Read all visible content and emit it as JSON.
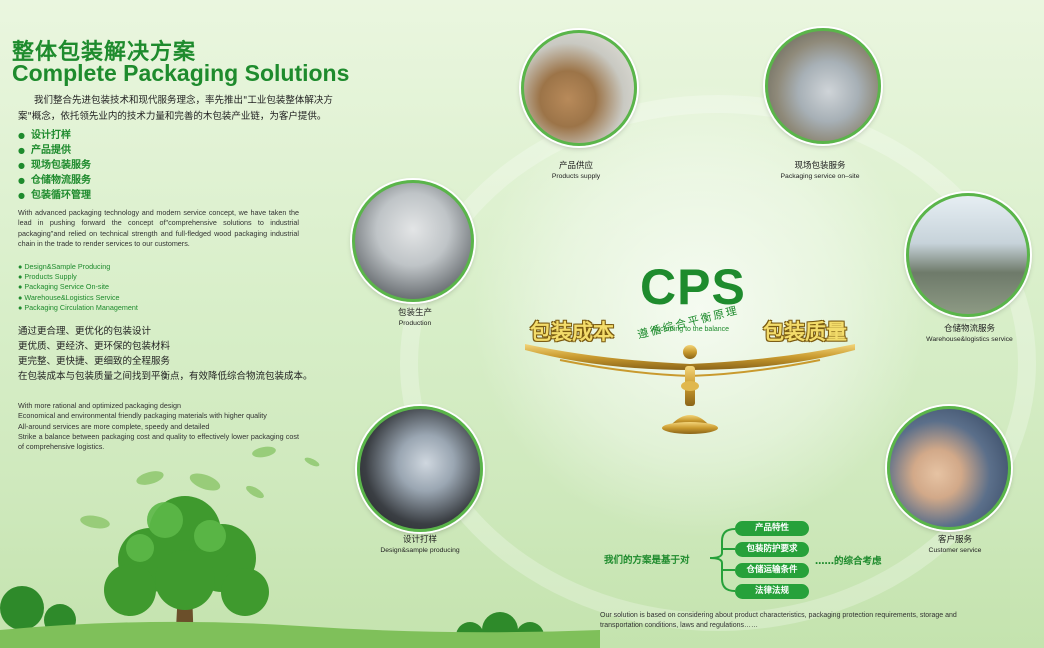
{
  "title": {
    "cn": "整体包装解决方案",
    "en": "Complete Packaging Solutions"
  },
  "intro_cn": "我们整合先进包装技术和现代服务理念，率先推出\"工业包装整体解决方案\"概念，依托领先业内的技术力量和完善的木包装产业链，为客户提供。",
  "services_cn": [
    "设计打样",
    "产品提供",
    "现场包装服务",
    "仓储物流服务",
    "包装循环管理"
  ],
  "intro_en": "With advanced packaging technology and modern service concept,  we have taken the lead in pushing forward the concept of\"comprehensive solutions to industrial packaging\"and relied on technical strength and full-fledged wood packaging industrial chain in the trade to render services to our customers.",
  "services_en": [
    "Design&Sample Producing",
    "Products Supply",
    "Packaging Service On-site",
    "Warehouse&Logistics Service",
    "Packaging Circulation Management"
  ],
  "benefits_cn": [
    "通过更合理、更优化的包装设计",
    "更优质、更经济、更环保的包装材料",
    "更完整、更快捷、更细致的全程服务",
    "在包装成本与包装质量之间找到平衡点，有效降低综合物流包装成本。"
  ],
  "benefits_en": "With more rational and optimized packaging design\nEconomical and environmental friendly packaging materials with higher quality\nAll-around services are more complete,  speedy and detailed\nStrike a balance between packaging cost and quality to effectively lower packaging cost of comprehensive logistics.",
  "circles": {
    "products_supply": {
      "cn": "产品供应",
      "en": "Products supply"
    },
    "onsite": {
      "cn": "现场包装服务",
      "en": "Packaging service on–site"
    },
    "production": {
      "cn": "包装生产",
      "en": "Production"
    },
    "warehouse": {
      "cn": "仓储物流服务",
      "en": "Warehouse&logistics service"
    },
    "design": {
      "cn": "设计打样",
      "en": "Design&sample producing"
    },
    "customer": {
      "cn": "客户服务",
      "en": "Customer service"
    }
  },
  "cps": {
    "title": "CPS",
    "cn": "遵循综合平衡原理",
    "en": "According to the balance",
    "left": "包装成本",
    "right": "包装质量"
  },
  "solution": {
    "label": "我们的方案是基于对",
    "items": [
      "产品特性",
      "包装防护要求",
      "仓储运输条件",
      "法律法规"
    ],
    "tail": "……的综合考虑",
    "en": "Our solution is based on considering about product characteristics,  packaging protection requirements,  storage and transportation conditions,  laws and regulations……"
  },
  "colors": {
    "brand_green": "#1e8b2d",
    "pill_green": "#26a13a",
    "gold": "#c99a2e"
  }
}
